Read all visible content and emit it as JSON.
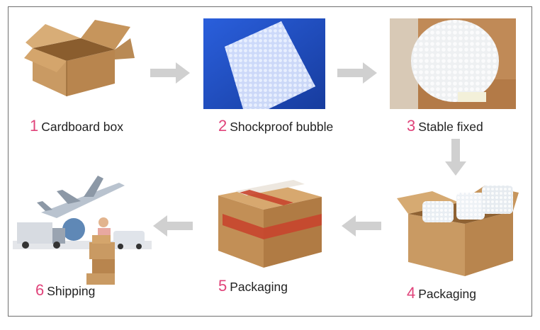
{
  "colors": {
    "number_accent": "#e0437a",
    "arrow_gray": "#d0d0d0",
    "cardboard": "#c99a63",
    "cardboard_dark": "#a8773f",
    "blue_background": "#1f4fc9",
    "tape_red": "#c8452e"
  },
  "steps": [
    {
      "number": "1",
      "label": "Cardboard box",
      "picture": "open-cardboard-box"
    },
    {
      "number": "2",
      "label": "Shockproof bubble",
      "picture": "bubble-wrap-sheet"
    },
    {
      "number": "3",
      "label": "Stable fixed",
      "picture": "bubble-wrapped-item"
    },
    {
      "number": "4",
      "label": "Packaging",
      "picture": "box-with-bubble-packs"
    },
    {
      "number": "5",
      "label": "Packaging",
      "picture": "taped-sealed-carton"
    },
    {
      "number": "6",
      "label": "Shipping",
      "picture": "airplane-truck-courier"
    }
  ],
  "arrows": [
    {
      "from": "1",
      "to": "2",
      "direction": "right"
    },
    {
      "from": "2",
      "to": "3",
      "direction": "right"
    },
    {
      "from": "3",
      "to": "4",
      "direction": "down"
    },
    {
      "from": "4",
      "to": "5",
      "direction": "left"
    },
    {
      "from": "5",
      "to": "6",
      "direction": "left"
    }
  ]
}
